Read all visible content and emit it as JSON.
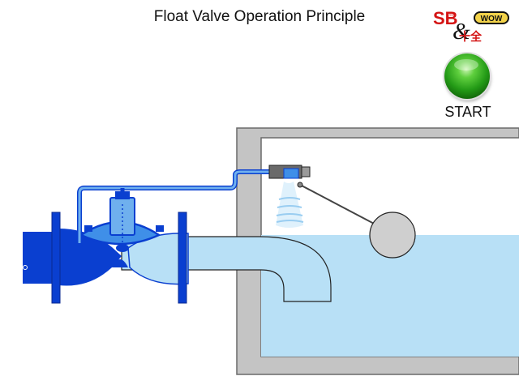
{
  "page": {
    "title": "Float Valve Operation Principle"
  },
  "controls": {
    "start_label": "START"
  },
  "logo": {
    "text_left": "SB",
    "text_right": "WOW",
    "ampersand": "&",
    "brand_chars": "十全"
  },
  "colors": {
    "dark_blue": "#0a3fd0",
    "mid_blue": "#3f8fe8",
    "light_water": "#b8e0f6",
    "wall_gray": "#c4c4c4",
    "button_green": "#2aa51c",
    "logo_red": "#d41414"
  }
}
